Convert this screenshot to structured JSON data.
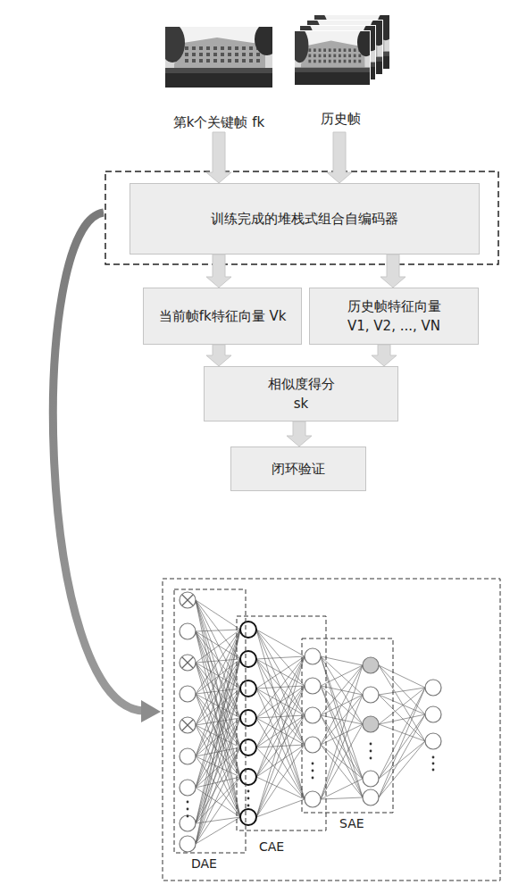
{
  "diagram": {
    "nodes": [
      {
        "text": [
          "第k个关键帧 fk"
        ]
      },
      {
        "text": [
          "历史帧"
        ]
      },
      {
        "text": [
          "训练完成的堆栈式组合自编码器"
        ]
      },
      {
        "text": [
          "当前帧fk特征向量 Vk"
        ]
      },
      {
        "text": [
          "历史帧特征向量",
          "V1, V2, ..., VN"
        ]
      },
      {
        "text": [
          "相似度得分",
          "sk"
        ]
      },
      {
        "text": [
          "闭环验证"
        ]
      }
    ],
    "edges": [
      {
        "from": 0,
        "to": 2,
        "arrow": "to"
      },
      {
        "from": 1,
        "to": 2,
        "arrow": "to"
      },
      {
        "from": 2,
        "to": 3,
        "arrow": "to"
      },
      {
        "from": 2,
        "to": 4,
        "arrow": "to"
      },
      {
        "from": 3,
        "to": 5,
        "arrow": "to"
      },
      {
        "from": 4,
        "to": 5,
        "arrow": "to"
      },
      {
        "from": 5,
        "to": 6,
        "arrow": "to"
      }
    ],
    "labels": [
      "DAE",
      "CAE",
      "SAE"
    ]
  }
}
